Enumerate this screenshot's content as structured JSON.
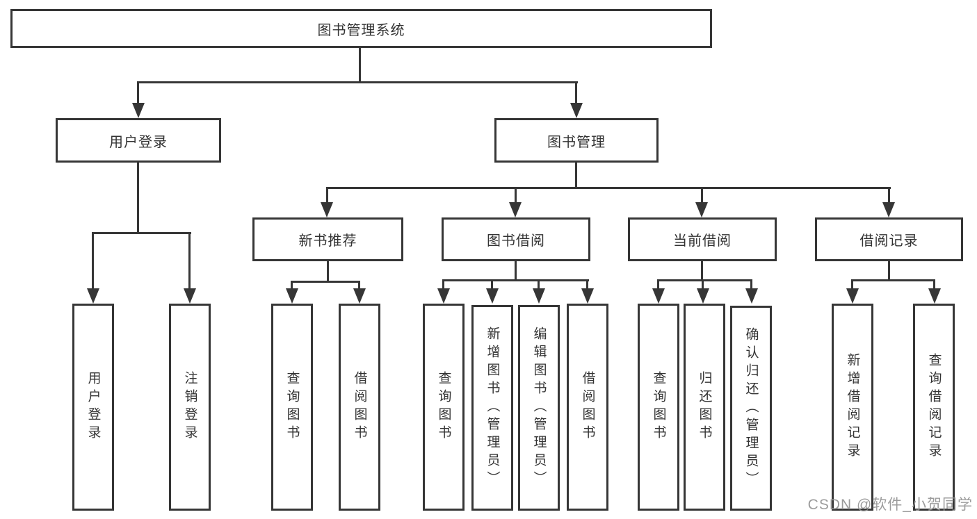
{
  "diagram": {
    "type": "tree",
    "title": "图书管理系统",
    "watermark": "CSDN @软件_小贺同学",
    "colors": {
      "line": "#363636",
      "box_border": "#363636",
      "text": "#333333",
      "watermark": "#949494",
      "background": "#ffffff"
    },
    "nodes": {
      "root": "图书管理系统",
      "user_login": "用户登录",
      "book_mgmt": "图书管理",
      "new_book_rec": "新书推荐",
      "book_borrow": "图书借阅",
      "current_borrow": "当前借阅",
      "borrow_record": "借阅记录",
      "leaf_user_login": "用户登录",
      "leaf_logout": "注销登录",
      "leaf_rec_query": "查询图书",
      "leaf_rec_borrow": "借阅图书",
      "leaf_bb_query": "查询图书",
      "leaf_bb_add": "新增图书（管理员）",
      "leaf_bb_edit": "编辑图书（管理员）",
      "leaf_bb_borrow": "借阅图书",
      "leaf_cb_query": "查询图书",
      "leaf_cb_return": "归还图书",
      "leaf_cb_confirm": "确认归还（管理员）",
      "leaf_br_add": "新增借阅记录",
      "leaf_br_query": "查询借阅记录"
    },
    "hierarchy": {
      "图书管理系统": {
        "用户登录": [
          "用户登录",
          "注销登录"
        ],
        "图书管理": {
          "新书推荐": [
            "查询图书",
            "借阅图书"
          ],
          "图书借阅": [
            "查询图书",
            "新增图书（管理员）",
            "编辑图书（管理员）",
            "借阅图书"
          ],
          "当前借阅": [
            "查询图书",
            "归还图书",
            "确认归还（管理员）"
          ],
          "借阅记录": [
            "新增借阅记录",
            "查询借阅记录"
          ]
        }
      }
    }
  }
}
